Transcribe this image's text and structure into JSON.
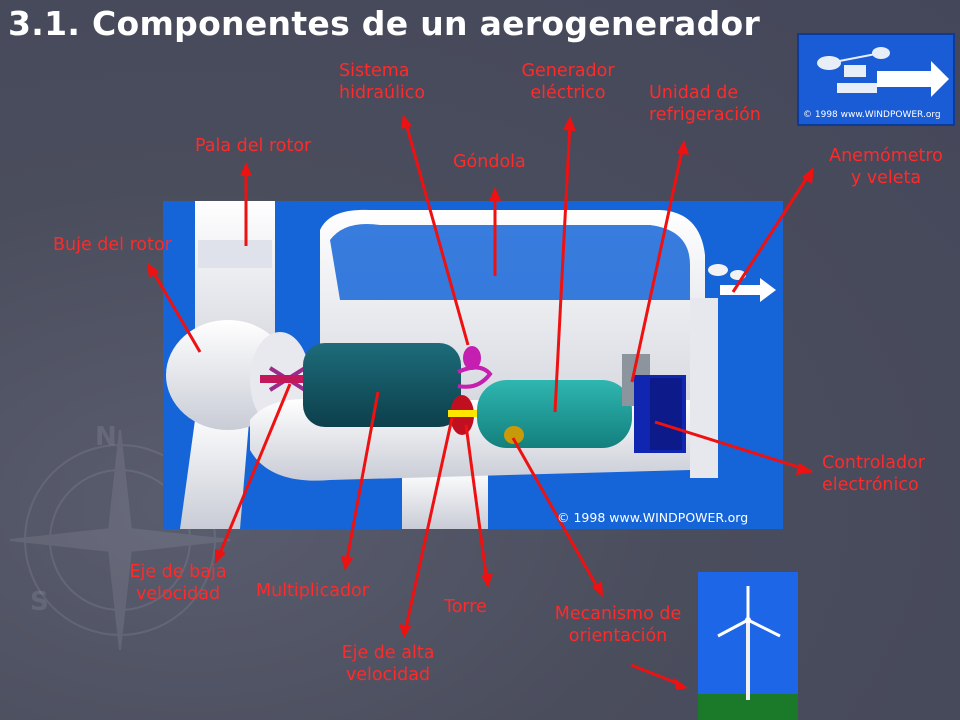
{
  "title": "3.1. Componentes de un aerogenerador",
  "copyright": "© 1998 www.WINDPOWER.org",
  "logo_text": "© 1998 www.WINDPOWER.org",
  "labels": {
    "sistema": [
      "Sistema",
      "hidraúlico"
    ],
    "generador": [
      "Generador",
      "eléctrico"
    ],
    "unidad": [
      "Unidad de",
      "refrigeración"
    ],
    "pala": "Pala del rotor",
    "gondola": "Góndola",
    "anemometro": [
      "Anemómetro",
      "y veleta"
    ],
    "buje": "Buje del rotor",
    "controlador": [
      "Controlador",
      "electrónico"
    ],
    "eje_baja": [
      "Eje de baja",
      "velocidad"
    ],
    "multiplicador": "Multiplicador",
    "torre": "Torre",
    "mecanismo": [
      "Mecanismo de",
      "orientación"
    ],
    "eje_alta": [
      "Eje de alta",
      "velocidad"
    ]
  },
  "colors": {
    "background": "#4a4d5c",
    "label_red": "#ff2a2a",
    "sky_blue": "#1565d8",
    "title": "#ffffff"
  }
}
